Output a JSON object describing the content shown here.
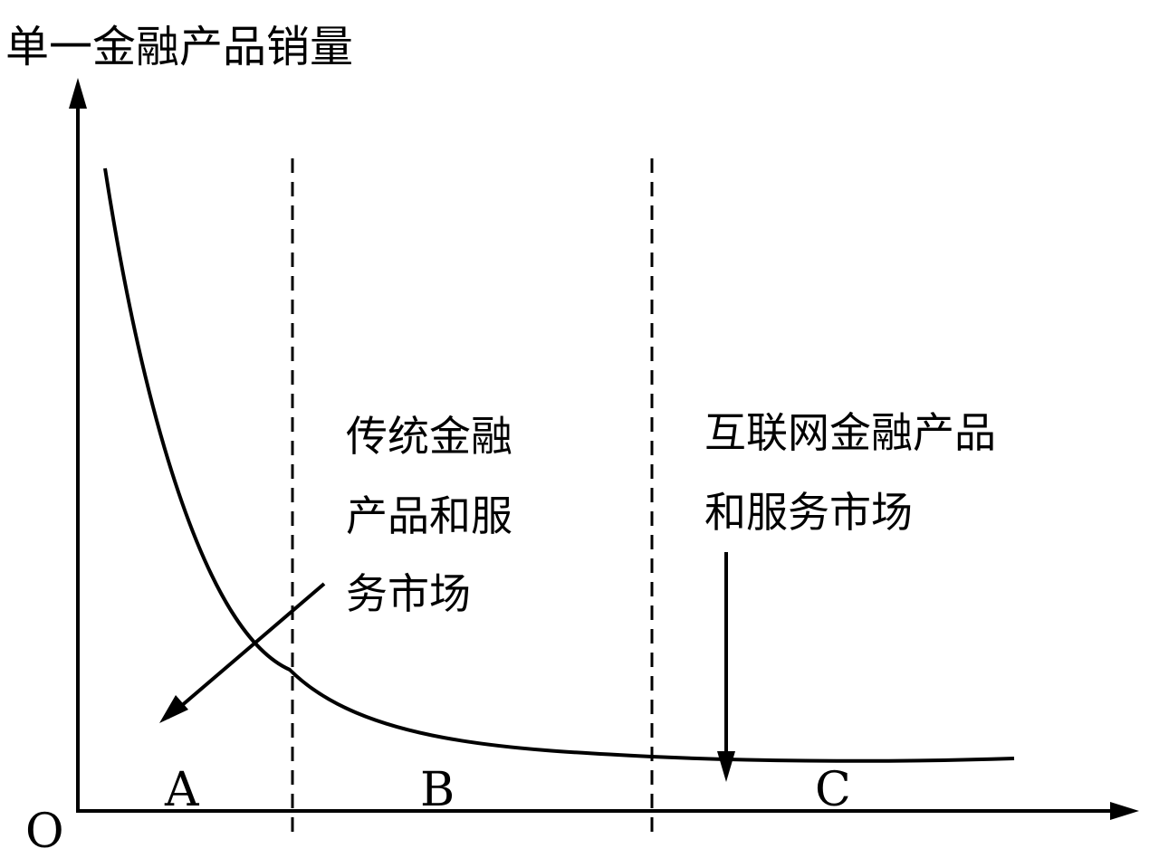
{
  "diagram": {
    "y_axis_label": "单一金融产品销量",
    "origin_label": "O",
    "regions": [
      "A",
      "B",
      "C"
    ],
    "traditional_label_lines": [
      "传统金融",
      "产品和服",
      "务市场"
    ],
    "internet_label_lines": [
      "互联网金融产品",
      "和服务市场"
    ],
    "colors": {
      "ink": "#000000",
      "background": "#ffffff"
    }
  }
}
